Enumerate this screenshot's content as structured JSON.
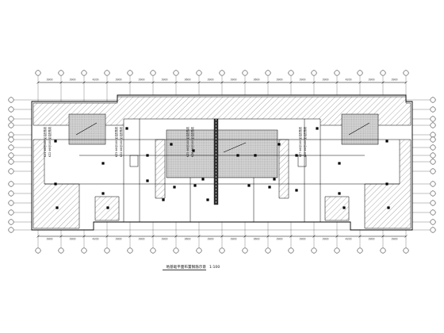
{
  "drawing": {
    "title": "地基础平面布置钢筋示意",
    "title_scale": "1:100",
    "frame_color": "#000000",
    "hatch_color": "#555555",
    "stipple_color": "#9a9a9a",
    "top_dimensions": [
      "3900",
      "3900",
      "4200",
      "3900",
      "3900",
      "3900",
      "3600",
      "3900",
      "3900",
      "3600",
      "3900",
      "3900",
      "3900",
      "4200",
      "3900",
      "3900"
    ],
    "bottom_dimensions": [
      "3900",
      "3900",
      "4200",
      "3900",
      "3900",
      "3900",
      "3600",
      "3900",
      "3900",
      "3600",
      "3900",
      "3900",
      "3900",
      "4200",
      "3900",
      "3900"
    ],
    "vertical_labels": [
      "KZ1 Φ8@100 见柱配筋表",
      "KZ2 Φ8@100 见柱配筋表",
      "KZ3 Φ8@100 见柱配筋表",
      "KZ4 Φ8@100 见柱配筋表",
      "KZ5 Φ8@100 见柱配筋表",
      "KZ6 Φ8@100 见柱配筋表",
      "KZ7 Φ8@100 见柱配筋表",
      "KZ8 Φ8@100 见柱配筋表"
    ]
  }
}
